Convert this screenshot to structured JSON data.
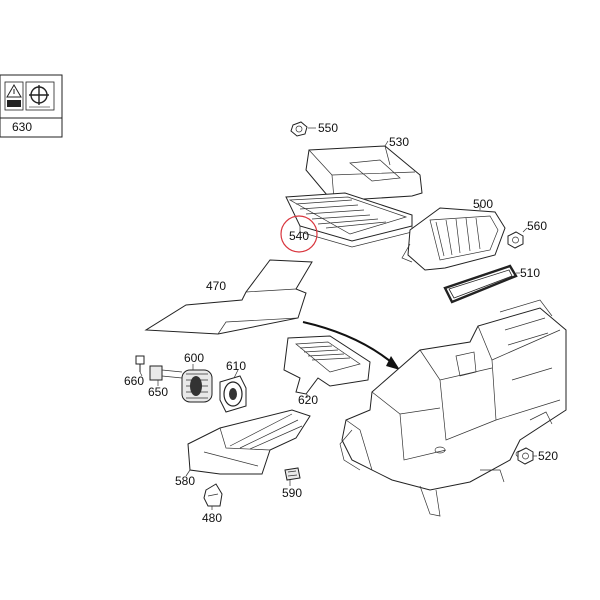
{
  "diagram": {
    "legend_box_label": "630",
    "highlight_color": "#d9363e",
    "line_color": "#222222",
    "icons": [
      "warning-triangle-icon",
      "crosshair-icon"
    ],
    "callouts": {
      "c550": "550",
      "c530": "530",
      "c500": "500",
      "c560": "560",
      "c540": "540",
      "c510": "510",
      "c470": "470",
      "c600": "600",
      "c610": "610",
      "c660": "660",
      "c650": "650",
      "c620": "620",
      "c520": "520",
      "c580": "580",
      "c590": "590",
      "c480": "480"
    }
  }
}
